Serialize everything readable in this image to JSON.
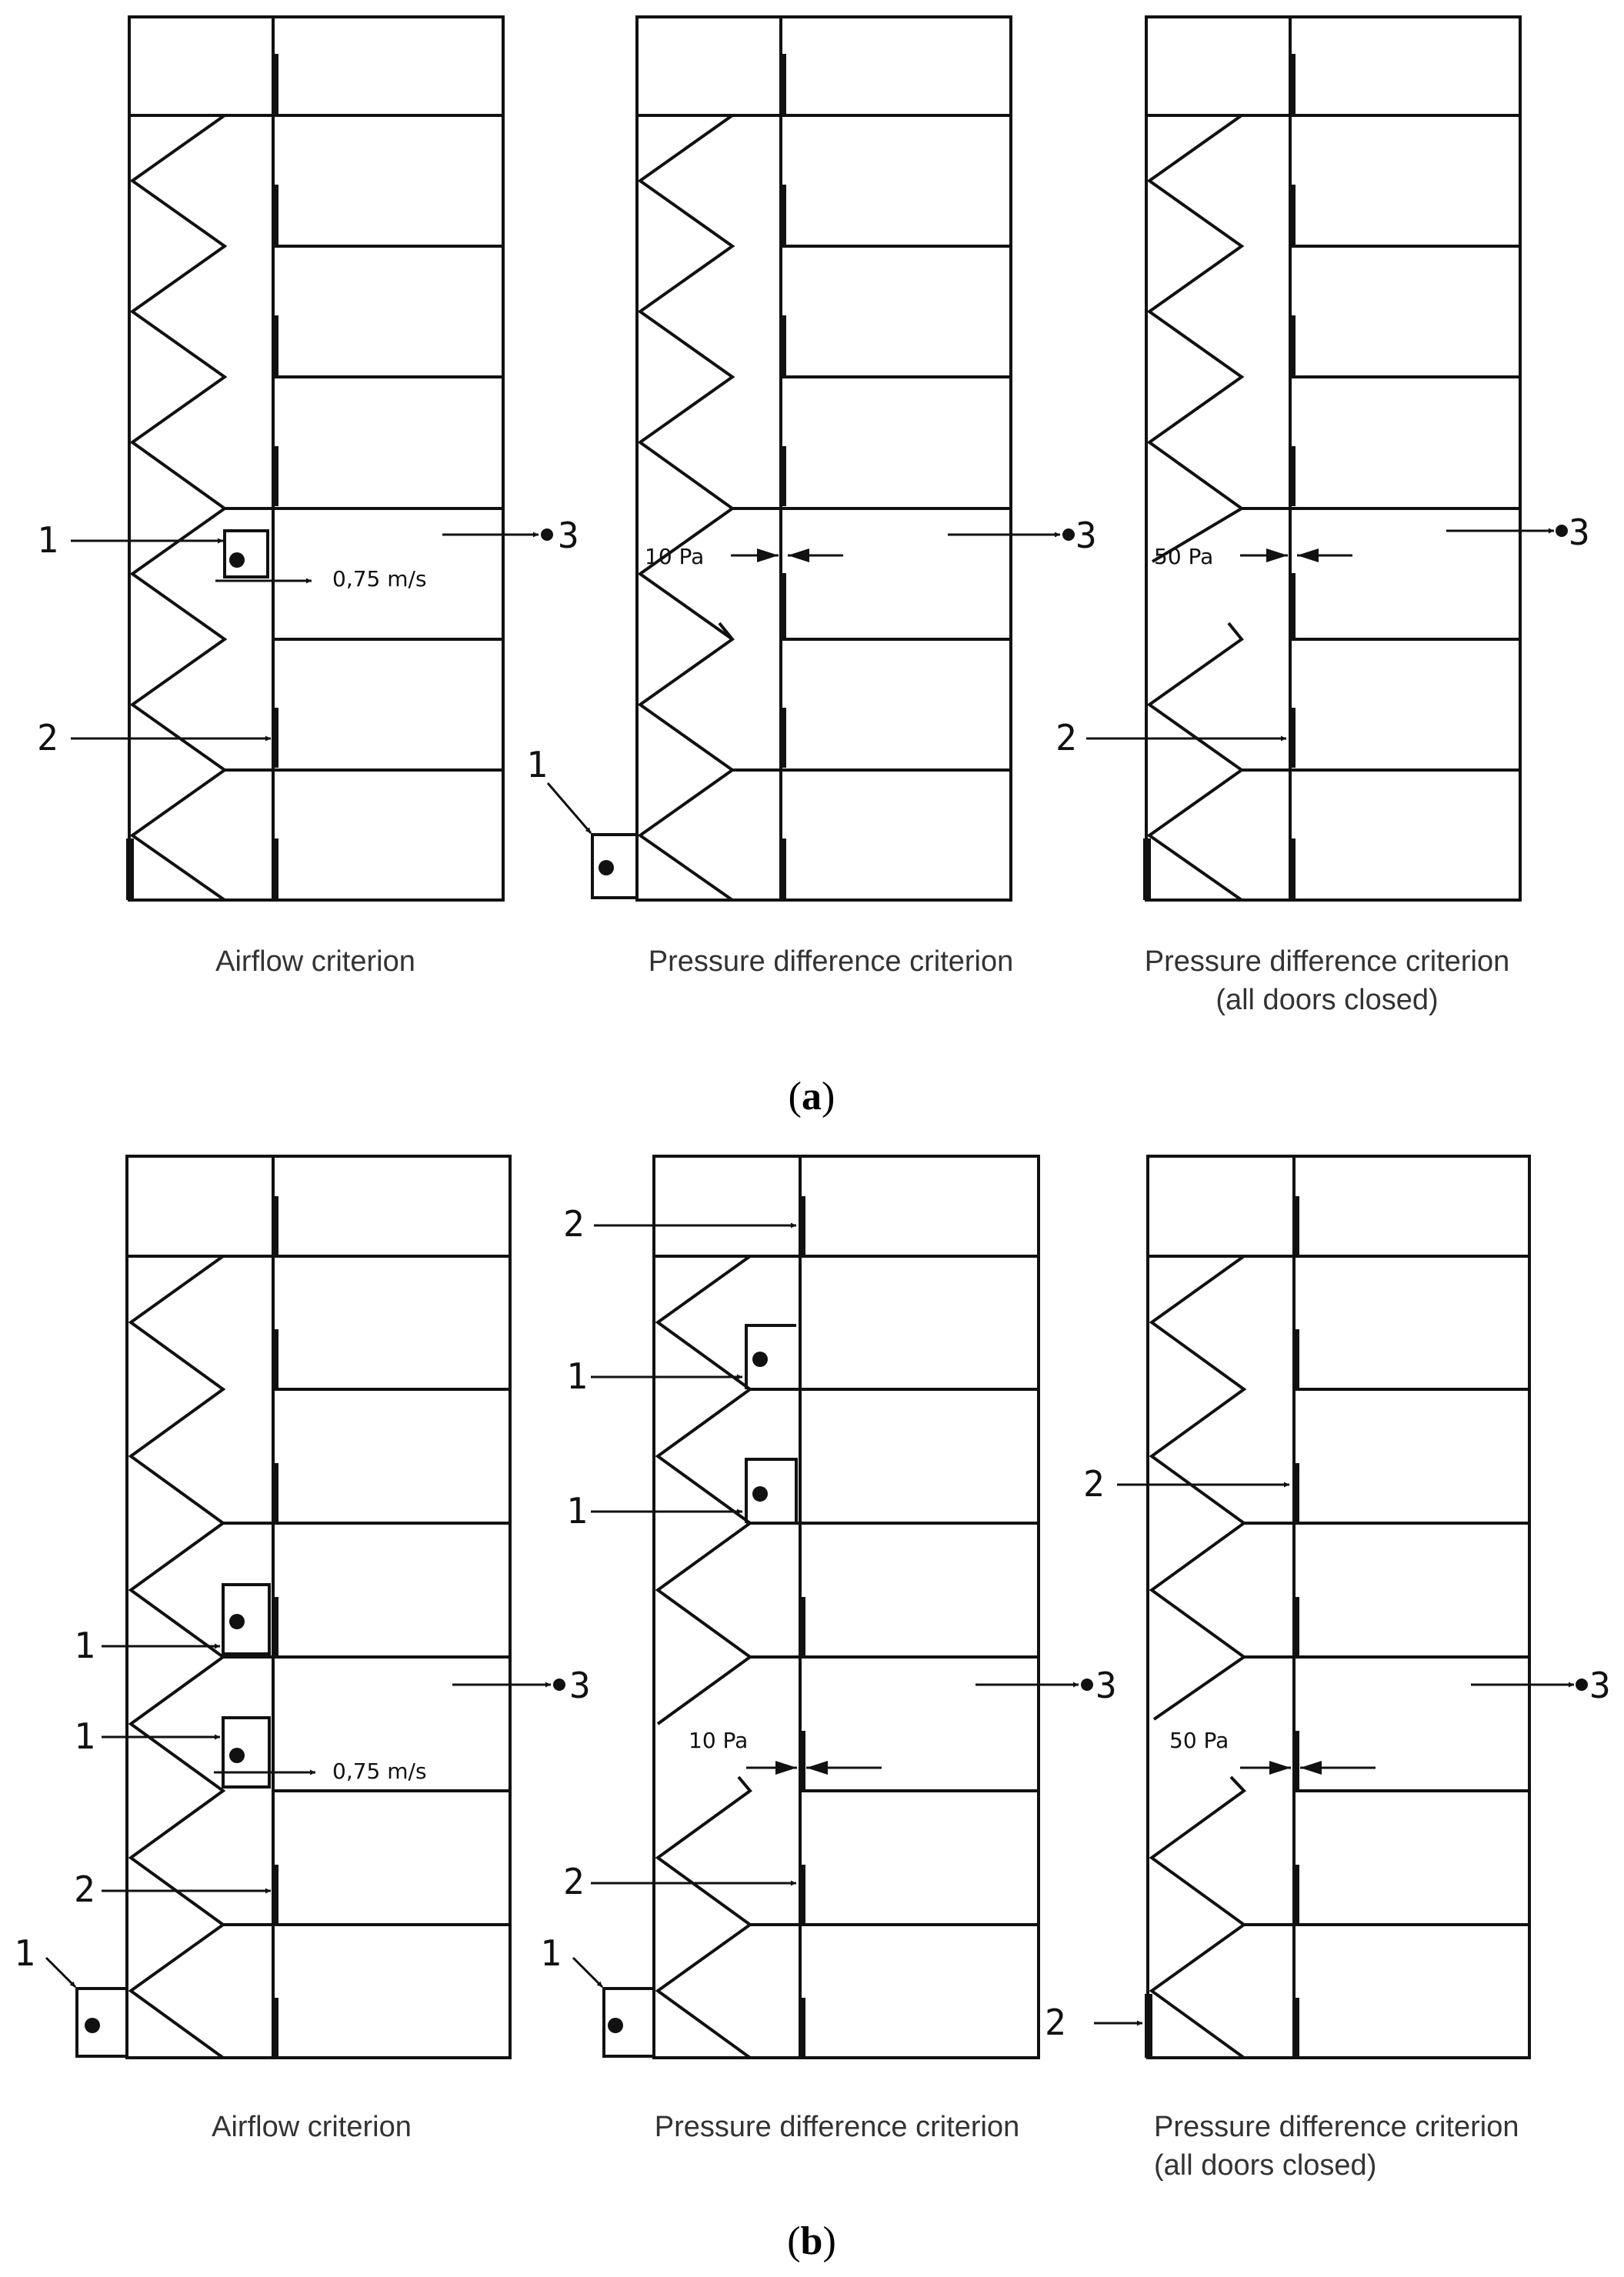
{
  "figure": {
    "part_a": {
      "label_open": "(",
      "label_letter": "a",
      "label_close": ")",
      "panels": [
        {
          "caption_line1": "Airflow criterion",
          "caption_line2": "",
          "labels": [
            "1",
            "2",
            "3"
          ],
          "measurement": "0,75 m/s"
        },
        {
          "caption_line1": "Pressure difference criterion",
          "caption_line2": "",
          "labels": [
            "1",
            "3"
          ],
          "measurement": "10 Pa"
        },
        {
          "caption_line1": "Pressure difference criterion",
          "caption_line2": "(all doors closed)",
          "labels": [
            "2",
            "3"
          ],
          "measurement": "50 Pa"
        }
      ]
    },
    "part_b": {
      "label_open": "(",
      "label_letter": "b",
      "label_close": ")",
      "panels": [
        {
          "caption_line1": "Airflow criterion",
          "caption_line2": "",
          "labels": [
            "1",
            "1",
            "1",
            "2",
            "3"
          ],
          "measurement": "0,75 m/s"
        },
        {
          "caption_line1": "Pressure difference criterion",
          "caption_line2": "",
          "labels": [
            "2",
            "1",
            "1",
            "2",
            "1",
            "3"
          ],
          "measurement": "10 Pa"
        },
        {
          "caption_line1": "Pressure difference criterion",
          "caption_line2": "(all doors closed)",
          "labels": [
            "2",
            "2",
            "3"
          ],
          "measurement": "50 Pa"
        }
      ]
    }
  }
}
